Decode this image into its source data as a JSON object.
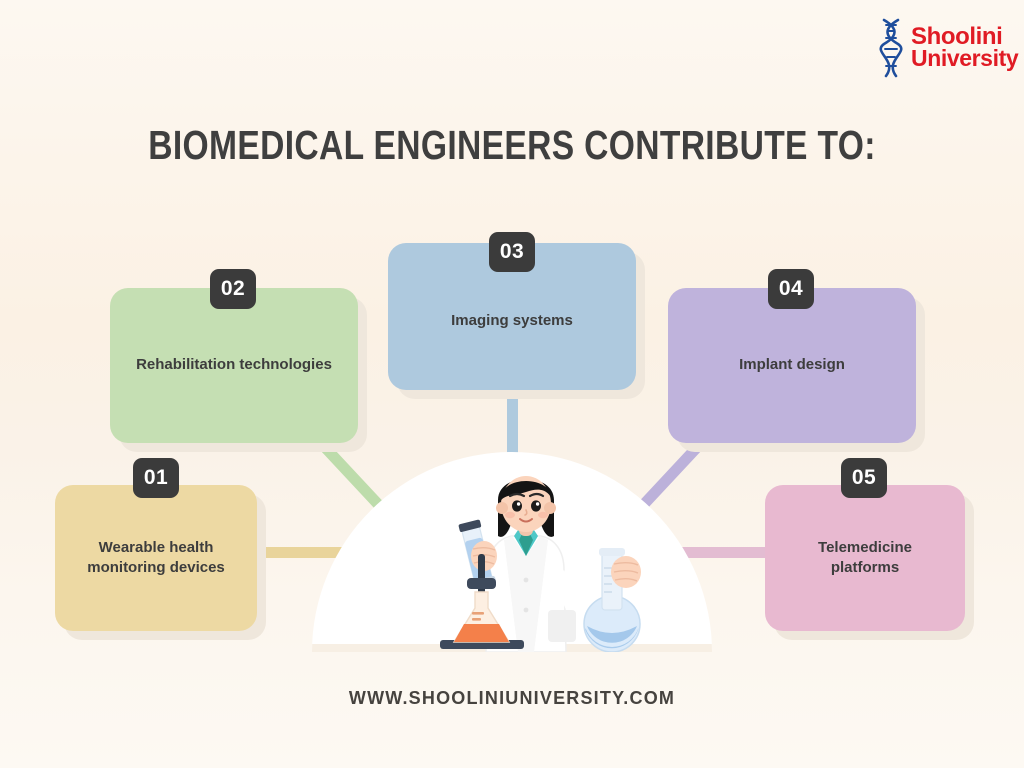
{
  "brand": {
    "logo_line1": "Shoolini",
    "logo_line2": "University",
    "logo_color": "#E01B24",
    "helix_color": "#1F4E9C",
    "helix_icon": "dna-helix-icon"
  },
  "header": {
    "title": "BIOMEDICAL ENGINEERS CONTRIBUTE TO:"
  },
  "footer": {
    "website": "WWW.SHOOLINIUNIVERSITY.COM"
  },
  "cards": [
    {
      "number": "01",
      "label": "Wearable health monitoring devices",
      "color": "#EDD9A3"
    },
    {
      "number": "02",
      "label": "Rehabilitation technologies",
      "color": "#C5DFB3"
    },
    {
      "number": "03",
      "label": "Imaging systems",
      "color": "#AEC9DE"
    },
    {
      "number": "04",
      "label": "Implant design",
      "color": "#BFB3DC"
    },
    {
      "number": "05",
      "label": "Telemedicine platforms",
      "color": "#E8B9D0"
    }
  ],
  "illustration": {
    "name": "female-scientist-in-laboratory",
    "elements": [
      "scientist-with-lab-coat",
      "test-tube-blue",
      "erlenmeyer-flask-orange",
      "round-bottom-flask-blue",
      "flask-stand"
    ]
  },
  "theme": {
    "background_top": "#FDF8F1",
    "background_mid": "#FBF1E4",
    "badge_color": "#3B3B3B",
    "text_color": "#3D3D3D",
    "hero_color": "#FFFFFF"
  }
}
